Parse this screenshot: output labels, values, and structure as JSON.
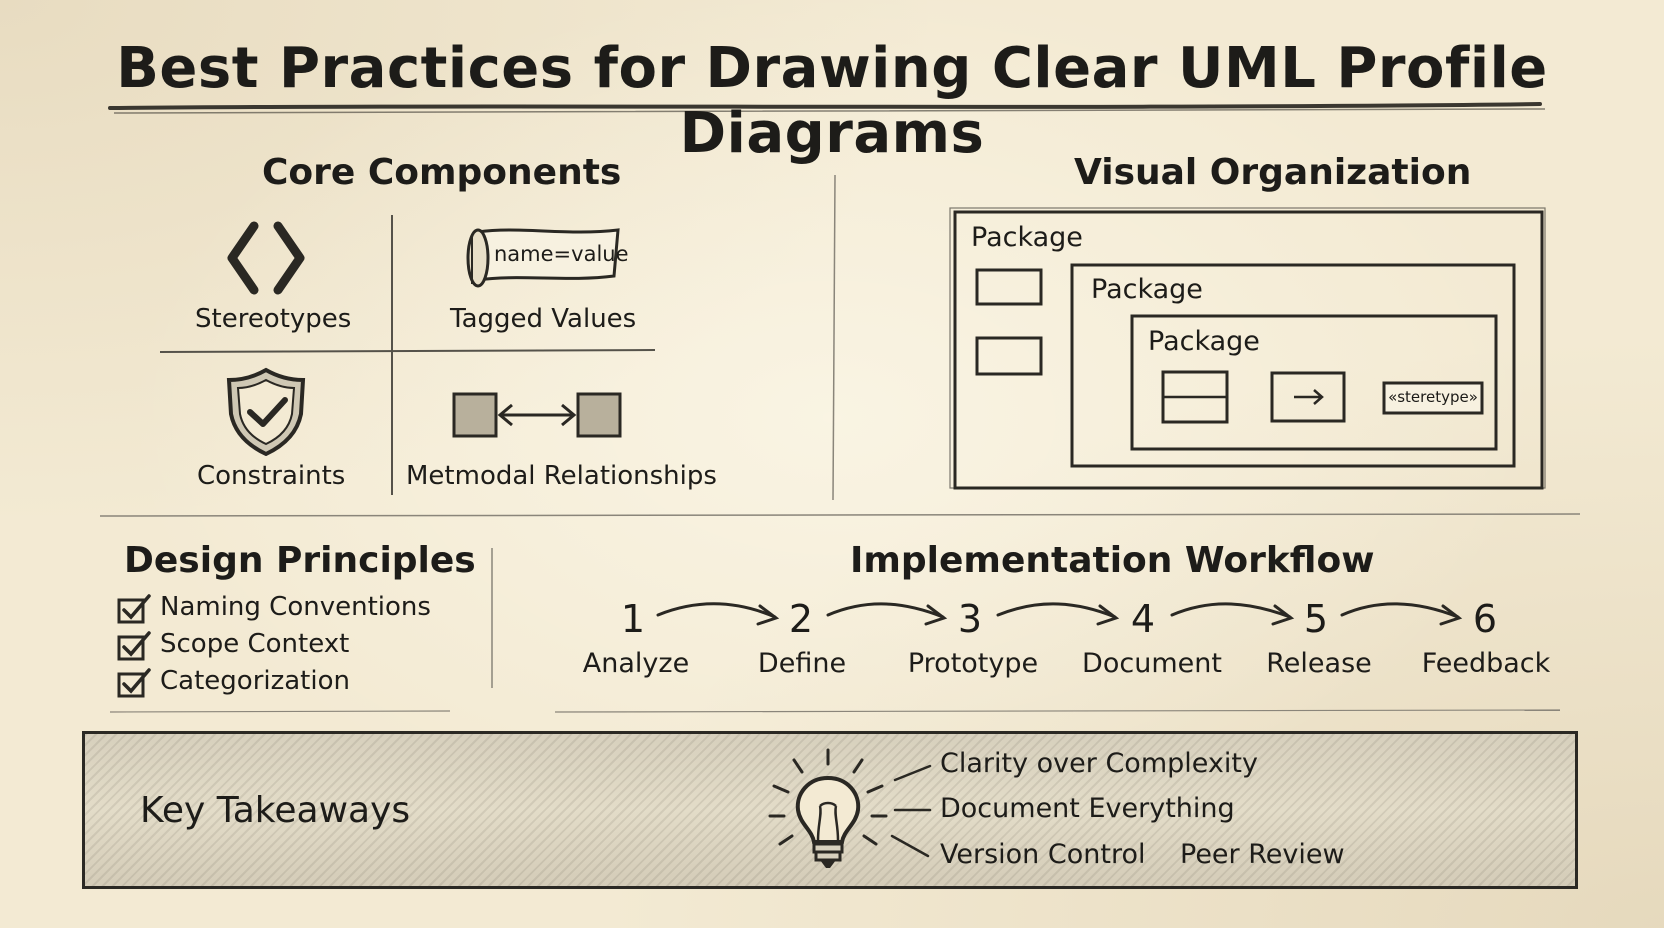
{
  "title": "Best Practices for Drawing Clear UML Profile Diagrams",
  "core": {
    "heading": "Core Components",
    "items": [
      {
        "label": "Stereotypes",
        "icon": "angle-brackets-icon"
      },
      {
        "label": "Tagged Values",
        "icon": "scroll-icon",
        "scroll_text": "name=value"
      },
      {
        "label": "Constraints",
        "icon": "shield-check-icon"
      },
      {
        "label": "Metmodal Relationships",
        "icon": "double-arrow-boxes-icon"
      }
    ]
  },
  "visual": {
    "heading": "Visual Organization",
    "packages": [
      "Package",
      "Package",
      "Package"
    ],
    "stereotype_tag": "«steretype»"
  },
  "principles": {
    "heading": "Design Principles",
    "items": [
      "Naming Conventions",
      "Scope Context",
      "Categorization"
    ]
  },
  "workflow": {
    "heading": "Implementation Workflow",
    "steps": [
      {
        "num": "1",
        "label": "Analyze"
      },
      {
        "num": "2",
        "label": "Define"
      },
      {
        "num": "3",
        "label": "Prototype"
      },
      {
        "num": "4",
        "label": "Document"
      },
      {
        "num": "5",
        "label": "Release"
      },
      {
        "num": "6",
        "label": "Feedback"
      }
    ]
  },
  "takeaways": {
    "heading": "Key Takeaways",
    "items": [
      "Clarity over Complexity",
      "Document Everything",
      "Version Control",
      "Peer Review"
    ]
  },
  "colors": {
    "ink": "#1c1b18",
    "paper": "#f3ead3",
    "shade": "#d7d0bd"
  }
}
